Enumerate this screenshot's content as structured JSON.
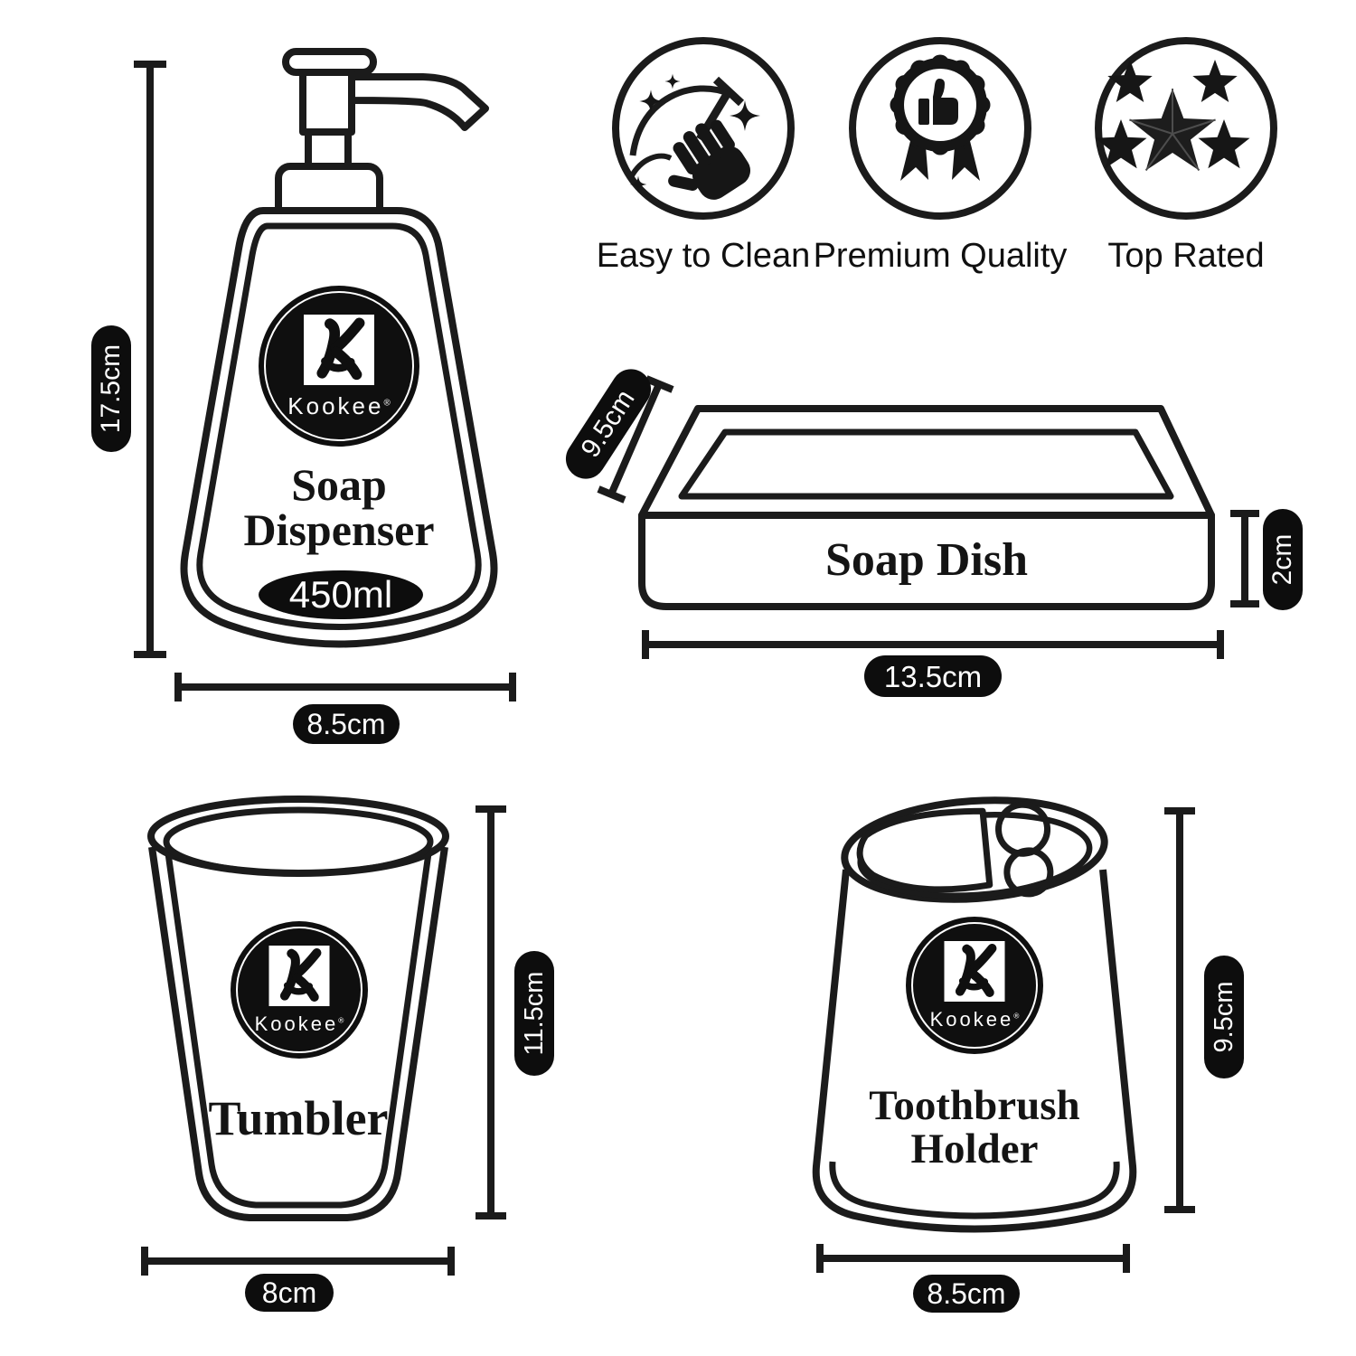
{
  "colors": {
    "ink": "#1b1b1b",
    "background": "#ffffff",
    "label_bg": "#0d0d0d",
    "label_text": "#ffffff"
  },
  "brand": {
    "name": "Kookee",
    "registered": "®"
  },
  "badges": [
    {
      "label": "Easy to Clean",
      "icon": "sparkle-clean-hand-icon"
    },
    {
      "label": "Premium Quality",
      "icon": "thumbs-up-rosette-icon"
    },
    {
      "label": "Top Rated",
      "icon": "five-stars-icon"
    }
  ],
  "soap_dispenser": {
    "title_line1": "Soap",
    "title_line2": "Dispenser",
    "capacity": "450ml",
    "height_label": "17.5cm",
    "width_label": "8.5cm"
  },
  "soap_dish": {
    "title": "Soap Dish",
    "depth_label": "9.5cm",
    "height_label": "2cm",
    "width_label": "13.5cm"
  },
  "tumbler": {
    "title": "Tumbler",
    "height_label": "11.5cm",
    "width_label": "8cm"
  },
  "toothbrush_holder": {
    "title_line1": "Toothbrush",
    "title_line2": "Holder",
    "height_label": "9.5cm",
    "width_label": "8.5cm"
  }
}
